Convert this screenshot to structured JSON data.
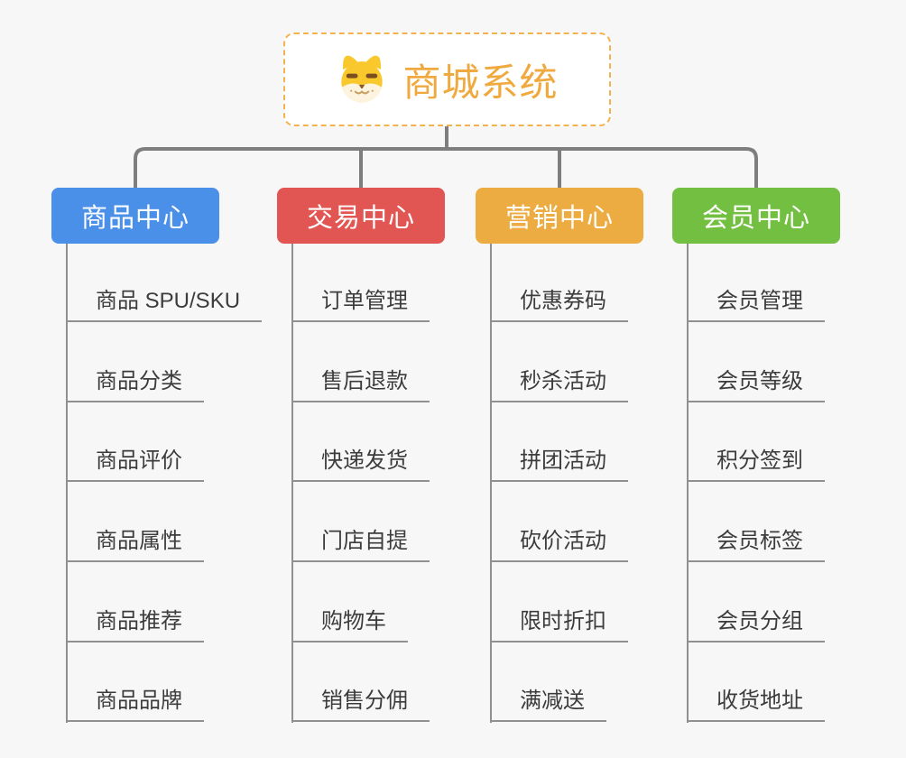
{
  "background_color": "#f7f7f8",
  "connector_color": "#7e7e7e",
  "underline_color": "#909090",
  "root": {
    "title": "商城系统",
    "icon": "dog-face-icon",
    "text_color": "#efa93f",
    "border_color": "#f2b34e"
  },
  "branches": [
    {
      "label": "商品中心",
      "color": "#4a8fe8",
      "children": [
        "商品 SPU/SKU",
        "商品分类",
        "商品评价",
        "商品属性",
        "商品推荐",
        "商品品牌"
      ]
    },
    {
      "label": "交易中心",
      "color": "#e15653",
      "children": [
        "订单管理",
        "售后退款",
        "快递发货",
        "门店自提",
        "购物车",
        "销售分佣"
      ]
    },
    {
      "label": "营销中心",
      "color": "#edac42",
      "children": [
        "优惠券码",
        "秒杀活动",
        "拼团活动",
        "砍价活动",
        "限时折扣",
        "满减送"
      ]
    },
    {
      "label": "会员中心",
      "color": "#73bf41",
      "children": [
        "会员管理",
        "会员等级",
        "积分签到",
        "会员标签",
        "会员分组",
        "收货地址"
      ]
    }
  ]
}
